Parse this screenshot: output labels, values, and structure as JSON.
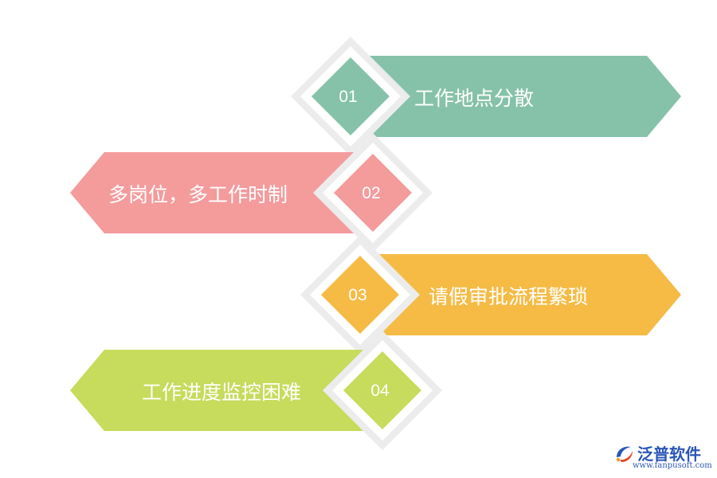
{
  "steps": [
    {
      "number": "01",
      "label": "工作地点分散",
      "color": "#86c2aa"
    },
    {
      "number": "02",
      "label": "多岗位，多工作时制",
      "color": "#f49b9c"
    },
    {
      "number": "03",
      "label": "请假审批流程繁琐",
      "color": "#f5bb45"
    },
    {
      "number": "04",
      "label": "工作进度监控困难",
      "color": "#c7db5c"
    }
  ],
  "frame_color": "#ececec",
  "logo": {
    "name": "泛普软件",
    "url": "www.fanpusoft.com",
    "icon": "fanpu-logo-icon"
  }
}
